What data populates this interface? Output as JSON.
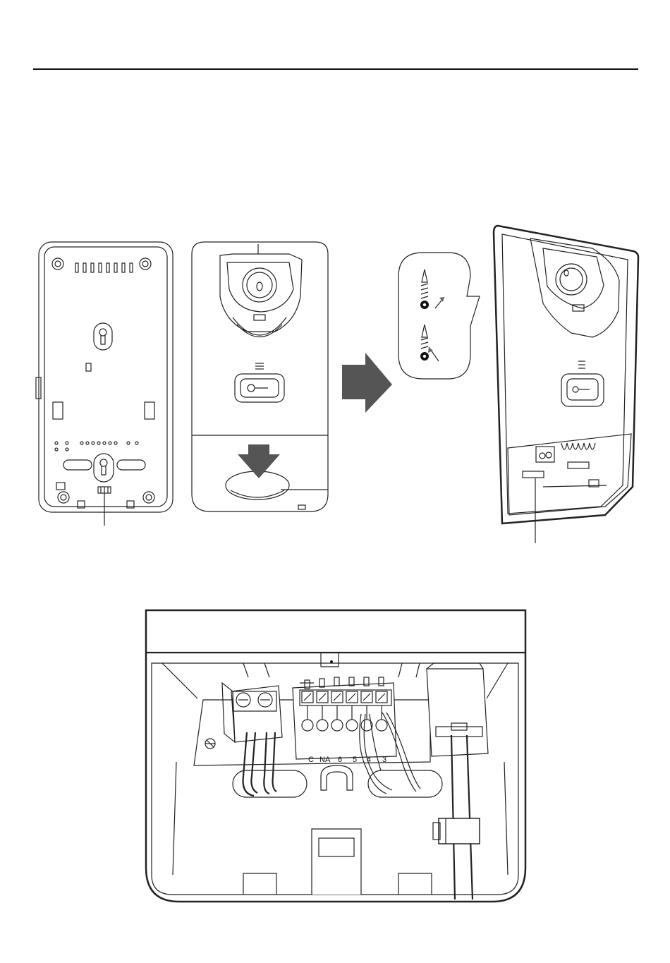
{
  "terminal_block": {
    "labels": [
      "C",
      "NA",
      "6",
      "5",
      "4",
      "3"
    ]
  },
  "colors": {
    "line": "#111111",
    "arrow": "#555555",
    "panel_fill": "#ffffff"
  }
}
